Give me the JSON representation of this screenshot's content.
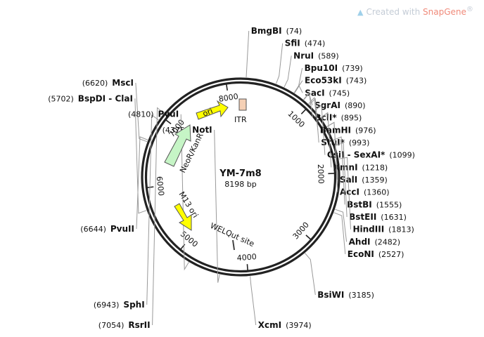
{
  "watermark": {
    "prefix": "Created with ",
    "brand": "SnapGene",
    "suffix": "®"
  },
  "plasmid": {
    "name": "YM-7m8",
    "length_text": "8198 bp",
    "length": 8198
  },
  "scale_ticks": [
    {
      "position": 1000,
      "label": "1000"
    },
    {
      "position": 2000,
      "label": "2000"
    },
    {
      "position": 3000,
      "label": "3000"
    },
    {
      "position": 4000,
      "label": "4000"
    },
    {
      "position": 5000,
      "label": "5000"
    },
    {
      "position": 6000,
      "label": "6000"
    },
    {
      "position": 7000,
      "label": "7000"
    },
    {
      "position": 8000,
      "label": "8000"
    }
  ],
  "features": [
    {
      "name": "ori",
      "type": "arrow",
      "color": "#ffff00"
    },
    {
      "name": "NeoR/KanR",
      "type": "arrow",
      "color": "#c6f5c6"
    },
    {
      "name": "M13 ori",
      "type": "arrow",
      "color": "#ffff00"
    },
    {
      "name": "ITR",
      "type": "box",
      "color": "#f5d0b5"
    },
    {
      "name": "WELQut site",
      "type": "mark",
      "color": "#444444"
    }
  ],
  "sites": [
    {
      "name": "BmgBI",
      "pos": "(74)",
      "bp": 74,
      "side": "right"
    },
    {
      "name": "SfiI",
      "pos": "(474)",
      "bp": 474,
      "side": "right"
    },
    {
      "name": "NruI",
      "pos": "(589)",
      "bp": 589,
      "side": "right"
    },
    {
      "name": "Bpu10I",
      "pos": "(739)",
      "bp": 739,
      "side": "right"
    },
    {
      "name": "Eco53kI",
      "pos": "(743)",
      "bp": 743,
      "side": "right"
    },
    {
      "name": "SacI",
      "pos": "(745)",
      "bp": 745,
      "side": "right"
    },
    {
      "name": "SgrAI",
      "pos": "(890)",
      "bp": 890,
      "side": "right"
    },
    {
      "name": "BclI*",
      "pos": "(895)",
      "bp": 895,
      "side": "right"
    },
    {
      "name": "BamHI",
      "pos": "(976)",
      "bp": 976,
      "side": "right"
    },
    {
      "name": "StuI*",
      "pos": "(993)",
      "bp": 993,
      "side": "right"
    },
    {
      "name": "CsiI - SexAI*",
      "pos": "(1099)",
      "bp": 1099,
      "side": "right"
    },
    {
      "name": "XmnI",
      "pos": "(1218)",
      "bp": 1218,
      "side": "right"
    },
    {
      "name": "SalI",
      "pos": "(1359)",
      "bp": 1359,
      "side": "right"
    },
    {
      "name": "AccI",
      "pos": "(1360)",
      "bp": 1360,
      "side": "right"
    },
    {
      "name": "BstBI",
      "pos": "(1555)",
      "bp": 1555,
      "side": "right"
    },
    {
      "name": "BstEII",
      "pos": "(1631)",
      "bp": 1631,
      "side": "right"
    },
    {
      "name": "HindIII",
      "pos": "(1813)",
      "bp": 1813,
      "side": "right"
    },
    {
      "name": "AhdI",
      "pos": "(2482)",
      "bp": 2482,
      "side": "right"
    },
    {
      "name": "EcoNI",
      "pos": "(2527)",
      "bp": 2527,
      "side": "right"
    },
    {
      "name": "BsiWI",
      "pos": "(3185)",
      "bp": 3185,
      "side": "right"
    },
    {
      "name": "XcmI",
      "pos": "(3974)",
      "bp": 3974,
      "side": "right"
    },
    {
      "name": "NotI",
      "pos": "(4375)",
      "bp": 4375,
      "side": "left"
    },
    {
      "name": "PvuI",
      "pos": "(4810)",
      "bp": 4810,
      "side": "left"
    },
    {
      "name": "BspDI - ClaI",
      "pos": "(5702)",
      "bp": 5702,
      "side": "left"
    },
    {
      "name": "MscI",
      "pos": "(6620)",
      "bp": 6620,
      "side": "left"
    },
    {
      "name": "PvuII",
      "pos": "(6644)",
      "bp": 6644,
      "side": "left"
    },
    {
      "name": "SphI",
      "pos": "(6943)",
      "bp": 6943,
      "side": "left"
    },
    {
      "name": "RsrII",
      "pos": "(7054)",
      "bp": 7054,
      "side": "left"
    }
  ]
}
